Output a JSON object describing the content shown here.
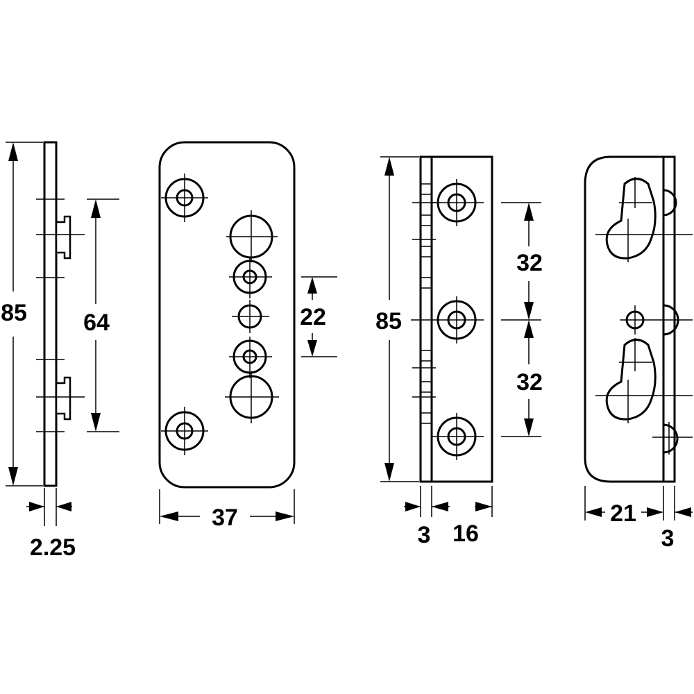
{
  "views": {
    "edge_view": {
      "height": "85",
      "pitch": "64",
      "thickness": "2.25"
    },
    "front_view": {
      "width": "37",
      "offset": "22"
    },
    "side_view": {
      "height": "85",
      "spacing_upper": "32",
      "spacing_lower": "32",
      "flange": "3",
      "width": "16"
    },
    "back_view": {
      "width": "21",
      "flange": "3"
    }
  },
  "colors": {
    "line": "#000000",
    "background": "#ffffff"
  }
}
